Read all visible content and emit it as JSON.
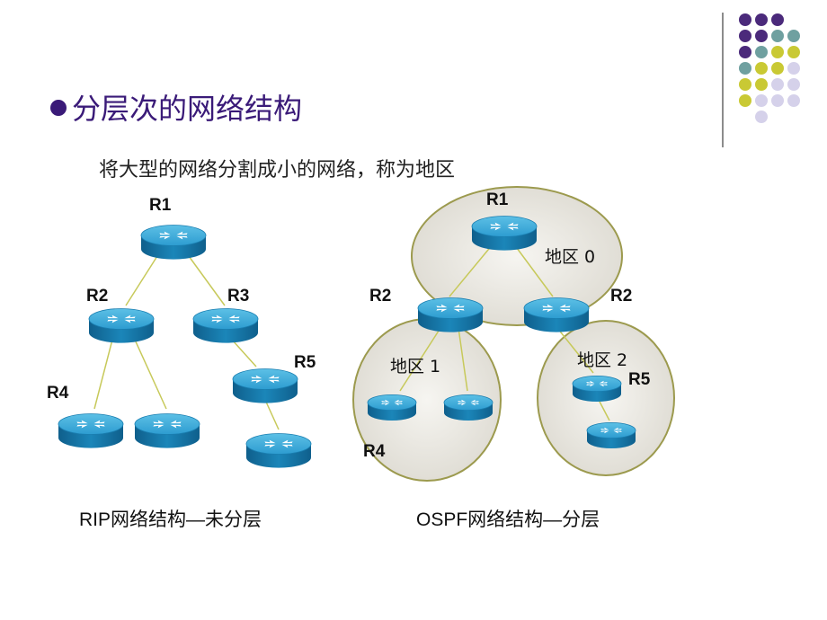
{
  "title": "分层次的网络结构",
  "subtitle": "将大型的网络分割成小的网络，称为地区",
  "captions": {
    "left": "RIP网络结构—未分层",
    "right": "OSPF网络结构—分层"
  },
  "rip_labels": {
    "r1": "R1",
    "r2": "R2",
    "r3": "R3",
    "r4": "R4",
    "r5": "R5"
  },
  "ospf_labels": {
    "r1": "R1",
    "r2_left": "R2",
    "r2_right": "R2",
    "r4": "R4",
    "r5": "R5",
    "area0": "地区 0",
    "area1": "地区 1",
    "area2": "地区 2"
  },
  "colors": {
    "title": "#3a1a78",
    "router_top": "#39a8d6",
    "router_side": "#1576a8",
    "area_fill": "#ebe9e4",
    "area_stroke": "#9c9a4e",
    "link": "#c7c95a",
    "dot_purple": "#4b2a7b",
    "dot_teal": "#6fa0a0",
    "dot_olive": "#c9c934",
    "dot_lavender": "#d5d1ea"
  }
}
